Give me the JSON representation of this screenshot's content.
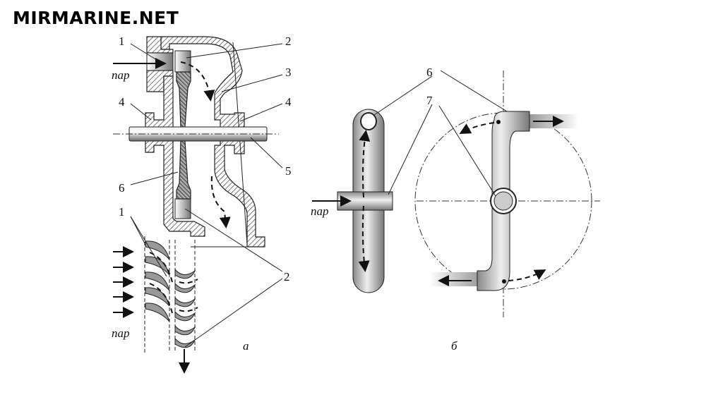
{
  "watermark": "MIRMARINE.NET",
  "figure_a": {
    "caption": "а",
    "steam_label": "пар",
    "steam_label_cascade": "пар",
    "callouts": [
      "1",
      "2",
      "3",
      "4",
      "4",
      "5",
      "6",
      "1",
      "2"
    ]
  },
  "figure_b": {
    "caption": "б",
    "steam_label": "пар",
    "callouts": [
      "6",
      "7"
    ]
  }
}
